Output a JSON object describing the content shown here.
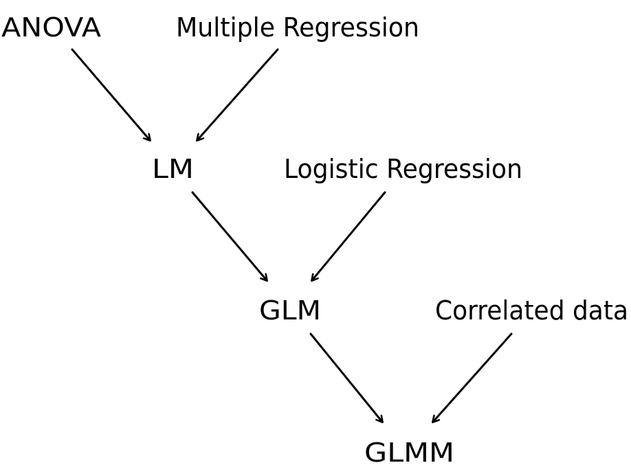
{
  "diagram": {
    "nodes": {
      "anova": {
        "label": "ANOVA"
      },
      "multiple_regression": {
        "label": "Multiple Regression"
      },
      "lm": {
        "label": "LM"
      },
      "logistic_regression": {
        "label": "Logistic Regression"
      },
      "glm": {
        "label": "GLM"
      },
      "correlated_data": {
        "label": "Correlated data"
      },
      "glmm": {
        "label": "GLMM"
      }
    },
    "edges": [
      {
        "from": "ANOVA",
        "to": "LM"
      },
      {
        "from": "Multiple Regression",
        "to": "LM"
      },
      {
        "from": "LM",
        "to": "GLM"
      },
      {
        "from": "Logistic Regression",
        "to": "GLM"
      },
      {
        "from": "GLM",
        "to": "GLMM"
      },
      {
        "from": "Correlated data",
        "to": "GLMM"
      }
    ],
    "colors": {
      "text": "#000000",
      "arrow": "#000000",
      "background": "#ffffff"
    }
  }
}
